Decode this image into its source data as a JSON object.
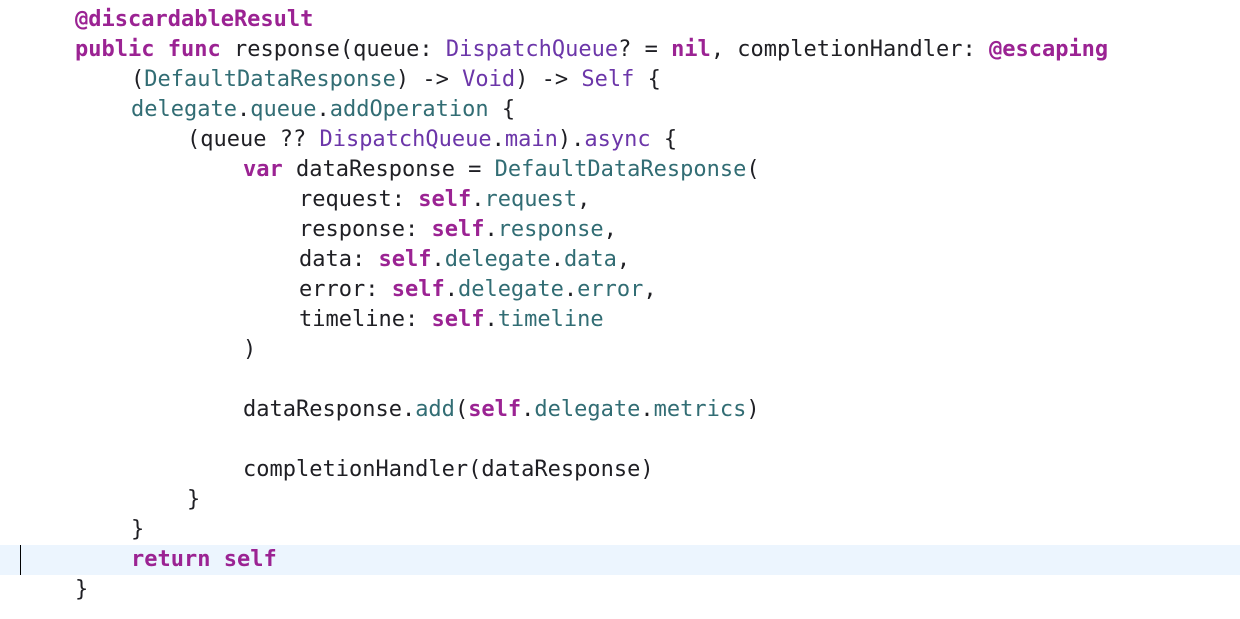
{
  "editor": {
    "language": "swift",
    "colors": {
      "keyword": "#9b2393",
      "attribute": "#815f03",
      "type": "#6c36a9",
      "member": "#326d74",
      "plain": "#1f1f24",
      "current_line_highlight": "#ecf5fe"
    },
    "current_line": 18,
    "lines": [
      [
        {
          "t": "@discardableResult",
          "c": "kw"
        }
      ],
      [
        {
          "t": "public",
          "c": "kw"
        },
        {
          "t": " ",
          "c": "plain"
        },
        {
          "t": "func",
          "c": "kw"
        },
        {
          "t": " response(queue: ",
          "c": "plain"
        },
        {
          "t": "DispatchQueue",
          "c": "type"
        },
        {
          "t": "? = ",
          "c": "plain"
        },
        {
          "t": "nil",
          "c": "kw"
        },
        {
          "t": ", completionHandler: ",
          "c": "plain"
        },
        {
          "t": "@escaping",
          "c": "kw"
        }
      ],
      [
        {
          "t": "(",
          "c": "plain"
        },
        {
          "t": "DefaultDataResponse",
          "c": "member"
        },
        {
          "t": ") -> ",
          "c": "plain"
        },
        {
          "t": "Void",
          "c": "type"
        },
        {
          "t": ") -> ",
          "c": "plain"
        },
        {
          "t": "Self",
          "c": "type"
        },
        {
          "t": " {",
          "c": "plain"
        }
      ],
      [
        {
          "t": "delegate",
          "c": "member"
        },
        {
          "t": ".",
          "c": "plain"
        },
        {
          "t": "queue",
          "c": "member"
        },
        {
          "t": ".",
          "c": "plain"
        },
        {
          "t": "addOperation",
          "c": "member"
        },
        {
          "t": " {",
          "c": "plain"
        }
      ],
      [
        {
          "t": "(queue ?? ",
          "c": "plain"
        },
        {
          "t": "DispatchQueue",
          "c": "type"
        },
        {
          "t": ".",
          "c": "plain"
        },
        {
          "t": "main",
          "c": "type"
        },
        {
          "t": ").",
          "c": "plain"
        },
        {
          "t": "async",
          "c": "type"
        },
        {
          "t": " {",
          "c": "plain"
        }
      ],
      [
        {
          "t": "var",
          "c": "kw"
        },
        {
          "t": " dataResponse = ",
          "c": "plain"
        },
        {
          "t": "DefaultDataResponse",
          "c": "member"
        },
        {
          "t": "(",
          "c": "plain"
        }
      ],
      [
        {
          "t": "request: ",
          "c": "plain"
        },
        {
          "t": "self",
          "c": "kw"
        },
        {
          "t": ".",
          "c": "plain"
        },
        {
          "t": "request",
          "c": "member"
        },
        {
          "t": ",",
          "c": "plain"
        }
      ],
      [
        {
          "t": "response: ",
          "c": "plain"
        },
        {
          "t": "self",
          "c": "kw"
        },
        {
          "t": ".",
          "c": "plain"
        },
        {
          "t": "response",
          "c": "member"
        },
        {
          "t": ",",
          "c": "plain"
        }
      ],
      [
        {
          "t": "data: ",
          "c": "plain"
        },
        {
          "t": "self",
          "c": "kw"
        },
        {
          "t": ".",
          "c": "plain"
        },
        {
          "t": "delegate",
          "c": "member"
        },
        {
          "t": ".",
          "c": "plain"
        },
        {
          "t": "data",
          "c": "member"
        },
        {
          "t": ",",
          "c": "plain"
        }
      ],
      [
        {
          "t": "error: ",
          "c": "plain"
        },
        {
          "t": "self",
          "c": "kw"
        },
        {
          "t": ".",
          "c": "plain"
        },
        {
          "t": "delegate",
          "c": "member"
        },
        {
          "t": ".",
          "c": "plain"
        },
        {
          "t": "error",
          "c": "member"
        },
        {
          "t": ",",
          "c": "plain"
        }
      ],
      [
        {
          "t": "timeline: ",
          "c": "plain"
        },
        {
          "t": "self",
          "c": "kw"
        },
        {
          "t": ".",
          "c": "plain"
        },
        {
          "t": "timeline",
          "c": "member"
        }
      ],
      [
        {
          "t": ")",
          "c": "plain"
        }
      ],
      [],
      [
        {
          "t": "dataResponse.",
          "c": "plain"
        },
        {
          "t": "add",
          "c": "member"
        },
        {
          "t": "(",
          "c": "plain"
        },
        {
          "t": "self",
          "c": "kw"
        },
        {
          "t": ".",
          "c": "plain"
        },
        {
          "t": "delegate",
          "c": "member"
        },
        {
          "t": ".",
          "c": "plain"
        },
        {
          "t": "metrics",
          "c": "member"
        },
        {
          "t": ")",
          "c": "plain"
        }
      ],
      [],
      [
        {
          "t": "completionHandler(dataResponse)",
          "c": "plain"
        }
      ],
      [
        {
          "t": "}",
          "c": "plain"
        }
      ],
      [
        {
          "t": "}",
          "c": "plain"
        }
      ],
      [
        {
          "t": "return",
          "c": "kw"
        },
        {
          "t": " ",
          "c": "plain"
        },
        {
          "t": "self",
          "c": "kw"
        }
      ],
      [
        {
          "t": "}",
          "c": "plain"
        }
      ]
    ]
  }
}
